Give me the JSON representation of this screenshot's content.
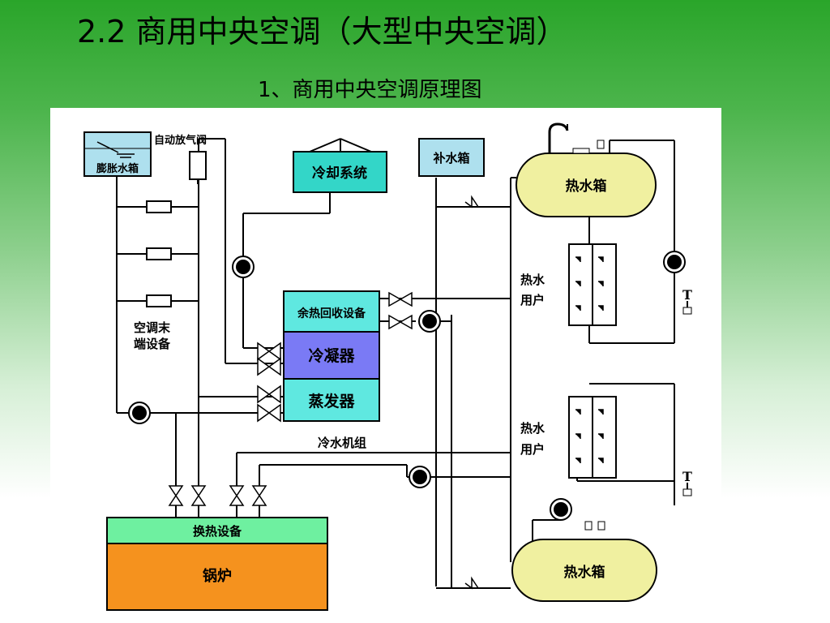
{
  "slide": {
    "title": "2.2 商用中央空调（大型中央空调）",
    "subtitle": "1、商用中央空调原理图"
  },
  "diagram": {
    "expansion_tank": "膨胀水箱",
    "auto_air_valve": "自动放气阀",
    "cooling_system": "冷却系统",
    "makeup_tank": "补水箱",
    "hot_water_tank_top": "热水箱",
    "hot_water_tank_bottom": "热水箱",
    "hot_water_user_top_line1": "热水",
    "hot_water_user_top_line2": "用户",
    "hot_water_user_bottom_line1": "热水",
    "hot_water_user_bottom_line2": "用户",
    "ac_terminal_line1": "空调末",
    "ac_terminal_line2": "端设备",
    "heat_recovery": "余热回收设备",
    "condenser": "冷凝器",
    "evaporator": "蒸发器",
    "chiller_unit": "冷水机组",
    "heat_exchanger": "换热设备",
    "boiler": "锅炉",
    "thermometer_top": "T",
    "thermometer_bottom": "T"
  },
  "colors": {
    "teal": "#33d6c8",
    "condenser_blue": "#7a7af5",
    "light_cyan": "#5fe8e0",
    "tank_yellow": "#f0f0a0",
    "exchanger_green": "#6ef0a0",
    "boiler_orange": "#f5921e",
    "expansion_blue": "#aee0ee"
  }
}
